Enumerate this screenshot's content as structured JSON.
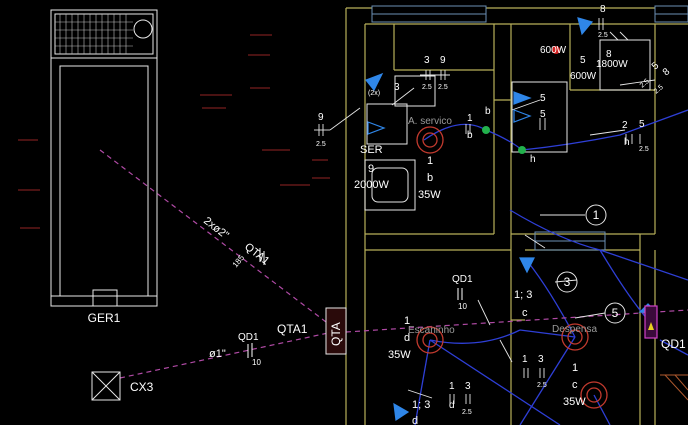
{
  "labels": {
    "ger1": "GER1",
    "cx3": "CX3",
    "qta_box": "QTA",
    "qta1_a": "QTA1",
    "qta1_b": "QTA1",
    "qd1_a": "QD1",
    "qd1_b": "QD1",
    "qd1_panel": "QD1",
    "ser": "SER",
    "a_servico": "A. servico",
    "escaninho": "Escaninho",
    "despensa": "Despensa",
    "cable_2x2": "2xø2\"",
    "cable_1": "ø1\"",
    "n185": "185",
    "n10_a": "10",
    "n10_b": "10"
  },
  "circuits": {
    "c_8_top": "8",
    "c_2_5_top": "2.5",
    "c_600w_a": "600W",
    "c_5_a": "5",
    "c_8_b": "8",
    "c_1800w": "1800W",
    "c_600w_b": "600W",
    "c_5_r": "5",
    "c_8_r": "8",
    "c_2_5_r1": "2.5",
    "c_2_5_r2": "2.5",
    "c_2_r": "2",
    "c_5_r2": "5",
    "c_h_r": "h",
    "c_2_5_r3": "2.5",
    "c_5_b": "5",
    "c_5_c": "5",
    "c_3_d": "3",
    "c_3_e": "3",
    "c_9_e": "9",
    "c_2_5_e1": "2.5",
    "c_2_5_e2": "2.5",
    "c_2x": "(2x)",
    "c_9_f": "9",
    "c_2_5_f": "2.5",
    "c_1_g": "1",
    "c_b_g": "b",
    "c_b_g2": "b",
    "c_h_g": "h",
    "c_9_h": "9",
    "c_2000w": "2000W",
    "c_1_i": "1",
    "c_b_i": "b",
    "c_35w_i": "35W",
    "c_1_j": "1",
    "c_d_j": "d",
    "c_35w_j": "35W",
    "c_1_3_k": "1; 3",
    "c_c_k": "c",
    "c_1_k2": "1",
    "c_3_k2": "3",
    "c_2_5_k": "2.5",
    "c_1_l": "1",
    "c_c_l": "c",
    "c_35w_l": "35W",
    "c_1_m": "1",
    "c_3_m": "3",
    "c_d_m": "d",
    "c_2_5_m": "2.5",
    "c_1_3_n": "1; 3",
    "c_d_n": "d"
  },
  "bubbles": {
    "b1": "1",
    "b3": "3",
    "b5": "5"
  }
}
